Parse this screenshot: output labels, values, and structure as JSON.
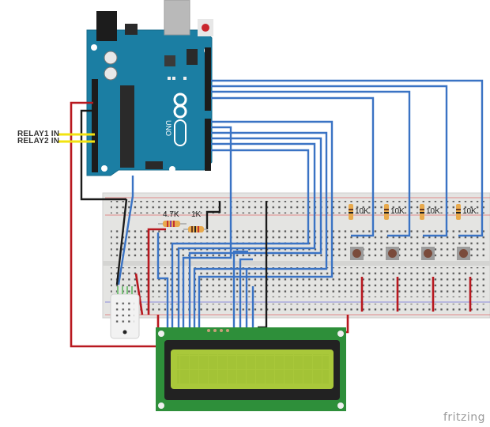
{
  "diagram": {
    "tool_watermark": "fritzing",
    "relay_labels": [
      "RELAY1 IN",
      "RELAY2 IN"
    ],
    "resistors": {
      "dht_pullup": "4.7K",
      "lcd_backlight": "1K",
      "button_pulldowns": [
        "10K",
        "10K",
        "10K",
        "10K"
      ]
    },
    "board": {
      "name": "Arduino UNO",
      "logo_text": "UNO",
      "color": "#1b7ea3"
    },
    "components": {
      "sensor": "DHT temperature/humidity sensor",
      "display": "16x2 LCD",
      "buttons_count": 4
    },
    "colors": {
      "wire_blue": "#3a73c4",
      "wire_red": "#b8181f",
      "wire_black": "#1a1a1a",
      "wire_yellow": "#f2e311",
      "breadboard": "#e4e4e2",
      "lcd_pcb": "#2e8f3a",
      "lcd_screen": "#a9c83a"
    }
  }
}
